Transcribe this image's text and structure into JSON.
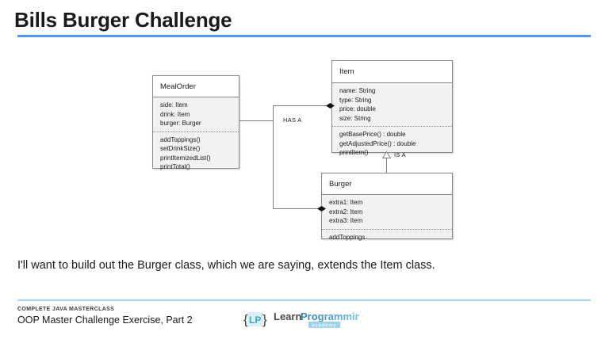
{
  "slide": {
    "title": "Bills Burger Challenge",
    "body_text": "I'll want to build out the Burger class, which we are saying, extends the Item class.",
    "accent_color": "#4a9af0",
    "footer_rule_color": "#a9d5f7"
  },
  "diagram": {
    "type": "uml-class-diagram",
    "classes": [
      {
        "name": "MealOrder",
        "attributes": [
          "side: Item",
          "drink: Item",
          "burger: Burger"
        ],
        "methods": [
          "addToppings()",
          "setDrinkSize()",
          "printItemizedList()",
          "printTotal()"
        ]
      },
      {
        "name": "Item",
        "attributes": [
          "name: String",
          "type: String",
          "price: double",
          "size: String"
        ],
        "methods": [
          "getBasePrice() : double",
          "getAdjustedPrice() : double",
          "printItem()"
        ]
      },
      {
        "name": "Burger",
        "attributes": [
          "extra1: Item",
          "extra2: Item",
          "extra3: Item"
        ],
        "methods": [
          "addToppings"
        ]
      }
    ],
    "relationships": [
      {
        "label": "HAS A",
        "from": "MealOrder",
        "to": "Item",
        "kind": "composition"
      },
      {
        "label": "HAS A",
        "from": "MealOrder",
        "to": "Burger",
        "kind": "composition"
      },
      {
        "label": "IS A",
        "from": "Burger",
        "to": "Item",
        "kind": "inheritance"
      }
    ]
  },
  "footer": {
    "eyebrow": "COMPLETE JAVA MASTERCLASS",
    "title": "OOP Master Challenge Exercise, Part 2",
    "logo": {
      "mark": "{LP}",
      "word_learn": "Learn",
      "word_programming": "Programming",
      "sub": "academy"
    }
  }
}
